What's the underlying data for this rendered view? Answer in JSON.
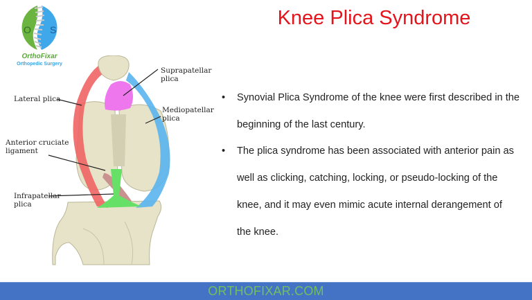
{
  "logo": {
    "brand": "OrthoFixar",
    "tagline": "Orthopedic Surgery",
    "left_letter": "O",
    "right_letter": "S",
    "colors": {
      "left": "#6bb43f",
      "right": "#3fa8ea"
    }
  },
  "title": "Knee Plica Syndrome",
  "title_color": "#e3141b",
  "figure": {
    "labels": {
      "suprapatellar": [
        "Suprapatellar",
        "plica"
      ],
      "lateral": [
        "Lateral plica"
      ],
      "mediopatellar": [
        "Mediopatellar",
        "plica"
      ],
      "acl": [
        "Anterior cruciate",
        "ligament"
      ],
      "infrapatellar": [
        "Infrapatellar",
        "plica"
      ]
    },
    "colors": {
      "lateral_plica": "#ef6464",
      "suprapatellar_plica": "#ee77ee",
      "mediopatellar_plica": "#5ab4ee",
      "infrapatellar_plica": "#66e066",
      "acl": "#c9928e",
      "bone": "#e6e3c8"
    }
  },
  "bullets": [
    {
      "lines": [
        "Synovial Plica Syndrome of the knee were first described in the",
        "beginning of the last century."
      ]
    },
    {
      "lines": [
        "The plica syndrome has been associated with anterior pain as",
        "well as clicking, catching, locking, or pseudo-locking of the",
        "knee, and it may even mimic acute internal derangement of",
        "the knee."
      ]
    }
  ],
  "bullet_symbol": "•",
  "footer": {
    "text": "ORTHOFIXAR.COM",
    "bg": "#4472c4",
    "color": "#70c062"
  }
}
